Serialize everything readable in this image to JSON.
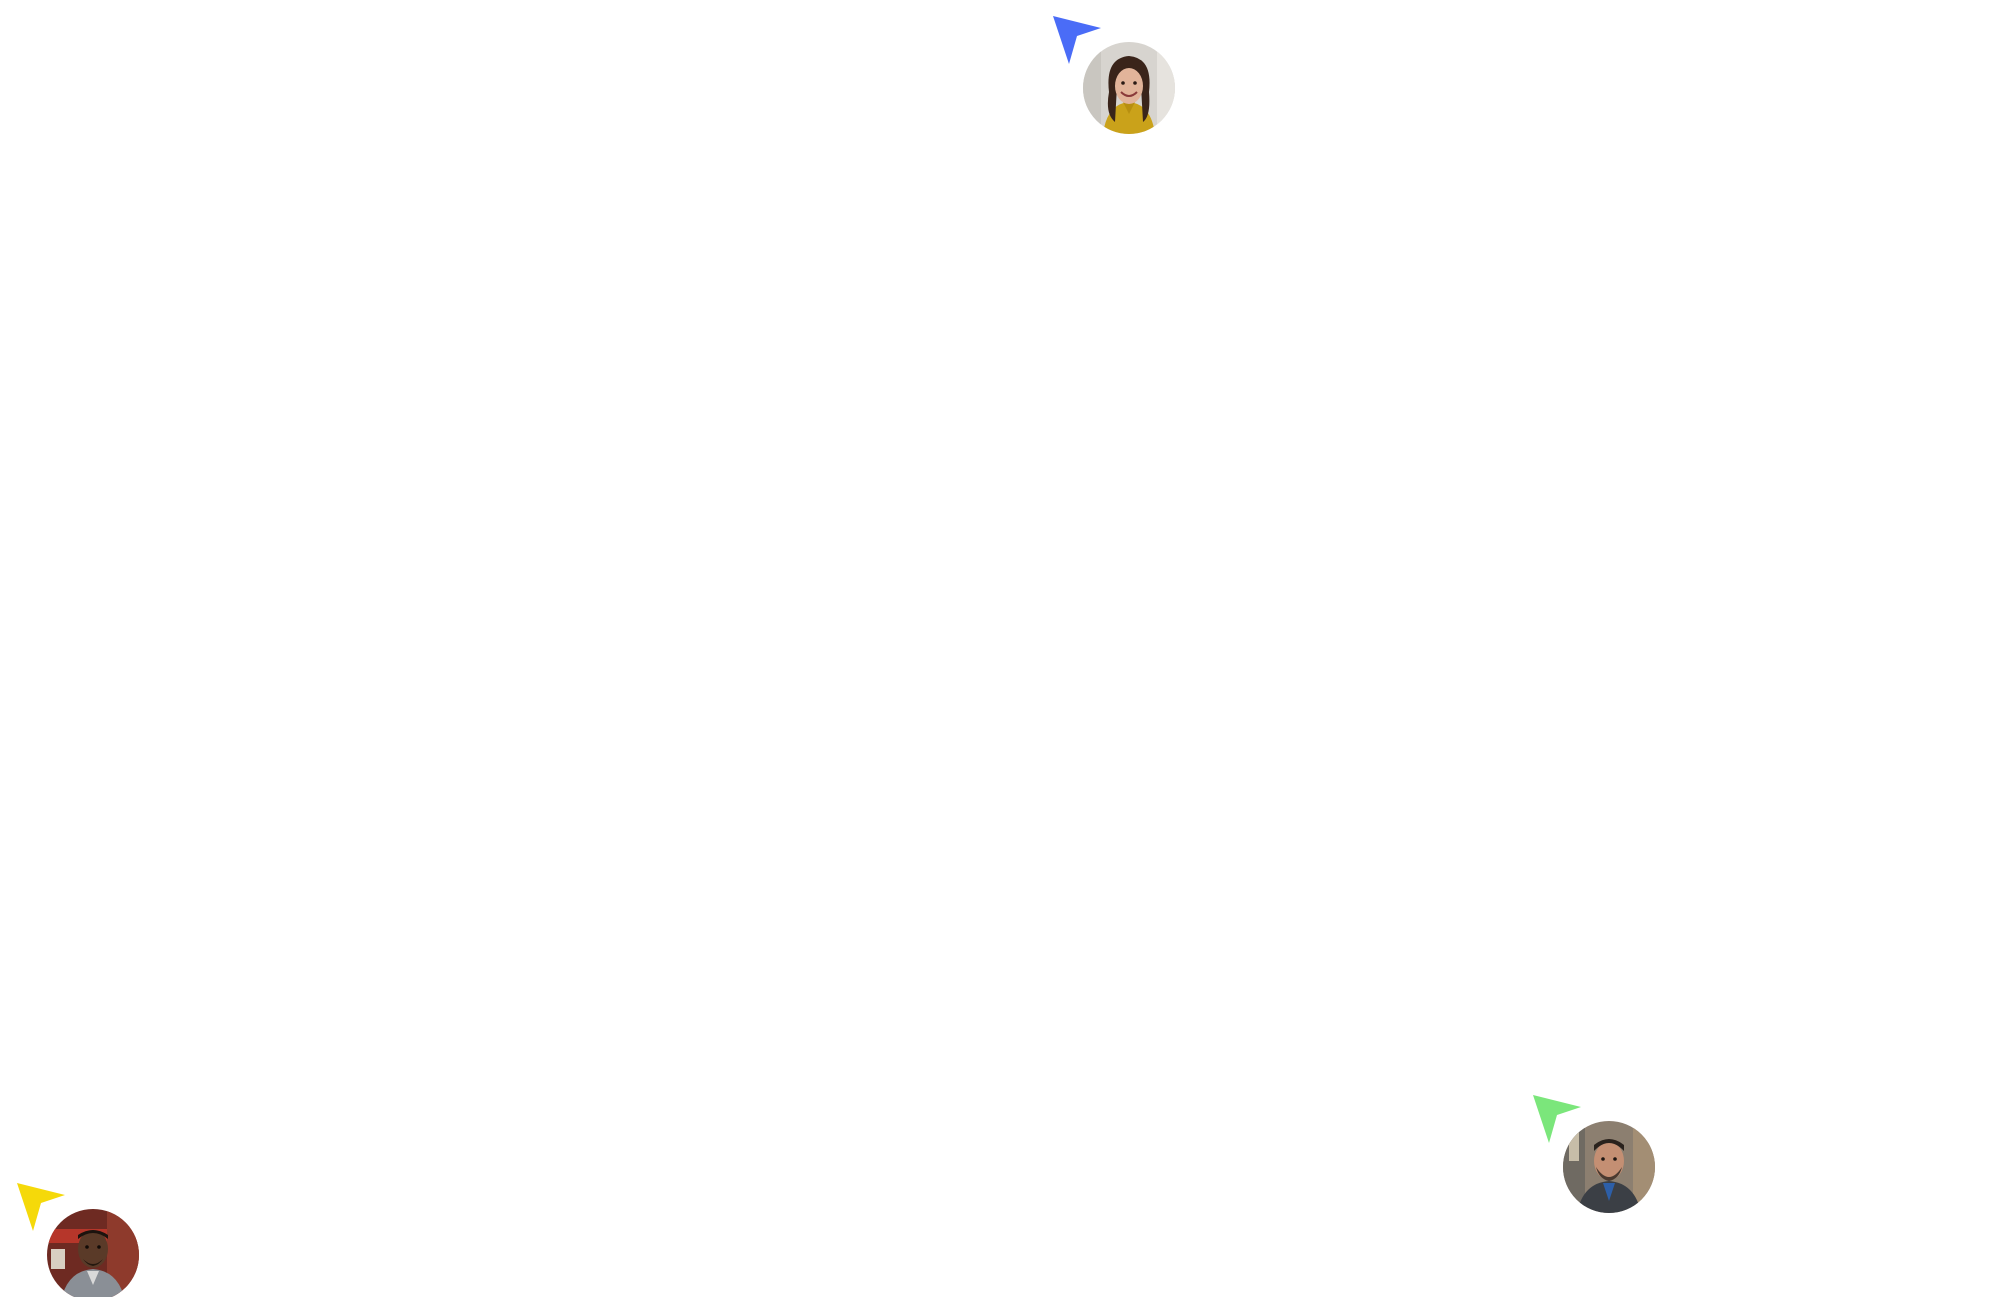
{
  "cursors": [
    {
      "id": "blue",
      "pointer_color": "#4a6cf7",
      "avatar_icon": "woman-portrait"
    },
    {
      "id": "green",
      "pointer_color": "#7be67b",
      "avatar_icon": "man-portrait-beard"
    },
    {
      "id": "yellow",
      "pointer_color": "#f5d90a",
      "avatar_icon": "man-portrait"
    }
  ]
}
